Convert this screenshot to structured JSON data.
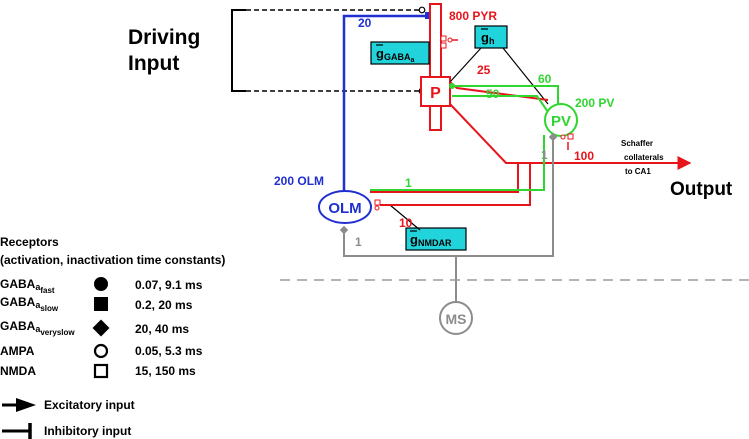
{
  "input_title": [
    "Driving",
    "Input"
  ],
  "output_title": "Output",
  "cells": {
    "pyr_count": "800 PYR",
    "pyr_label": "P",
    "pv_count": "200 PV",
    "pv_label": "PV",
    "olm_count": "200 OLM",
    "olm_label": "OLM",
    "ms_label": "MS"
  },
  "conductances": {
    "gaba_a": {
      "base": "g",
      "sub": "GABA",
      "subsub": "a"
    },
    "h": {
      "base": "g",
      "sub": "h"
    },
    "nmdar": {
      "base": "g",
      "sub": "NMDAR"
    }
  },
  "weights": {
    "olm_to_pyr": "20",
    "pv_to_pyr_top": "60",
    "pv_to_pyr_soma": "50",
    "pyr_to_pv": "25",
    "pyr_to_olm_nmda": "10",
    "pyr_to_olm": "1",
    "pv_ms": "1",
    "olm_ms": "1",
    "schaffer": "100"
  },
  "schaffer": [
    "Schaffer",
    "collaterals",
    "to CA1"
  ],
  "receptors": {
    "title": [
      "Receptors",
      "(activation, inactivation time constants)"
    ],
    "items": [
      {
        "name": "GABA",
        "sub": "a",
        "subsub": "fast",
        "symbol": "circle-filled",
        "constants": "0.07, 9.1 ms"
      },
      {
        "name": "GABA",
        "sub": "a",
        "subsub": "slow",
        "symbol": "square-filled",
        "constants": "0.2, 20 ms"
      },
      {
        "name": "GABA",
        "sub": "a",
        "subsub": "veryslow",
        "symbol": "diamond-filled",
        "constants": "20, 40 ms"
      },
      {
        "name": "AMPA",
        "sub": "",
        "subsub": "",
        "symbol": "circle-open",
        "constants": "0.05, 5.3 ms"
      },
      {
        "name": "NMDA",
        "sub": "",
        "subsub": "",
        "symbol": "square-open",
        "constants": "15, 150 ms"
      }
    ]
  },
  "legend": {
    "excitatory": "Excitatory input",
    "inhibitory": "Inhibitory input"
  },
  "colors": {
    "pyr": "#e8141b",
    "pv": "#2fd62f",
    "olm": "#1f2fd0",
    "ms": "#8c8c8c",
    "conductance_box": "#21d4dc",
    "text": "#000000"
  }
}
